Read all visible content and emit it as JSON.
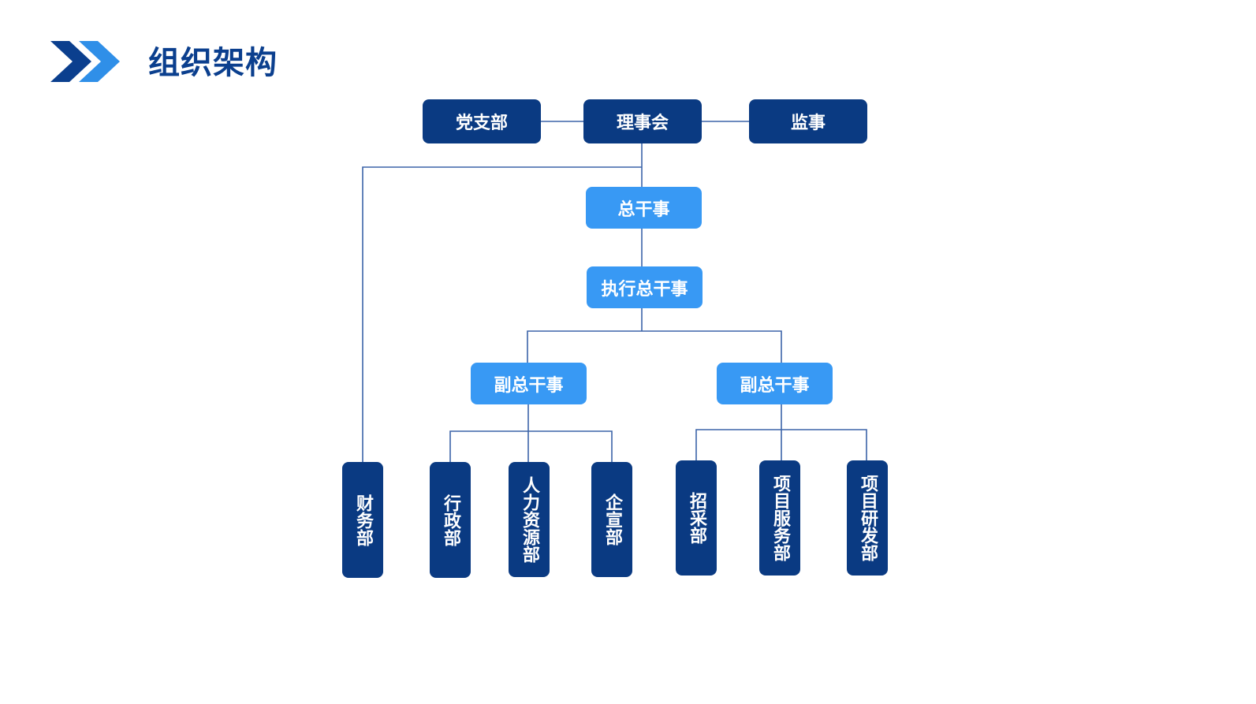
{
  "title": "组织架构",
  "colors": {
    "dark_blue": "#0a3a82",
    "light_blue": "#3899f4",
    "line": "#3c64a8",
    "title": "#0b3f8e"
  },
  "header": {
    "icon": "double-chevron-right-icon"
  },
  "top": {
    "party": "党支部",
    "council": "理事会",
    "supervisor": "监事"
  },
  "secretary_general": "总干事",
  "executive_secretary_general": "执行总干事",
  "deputy_left": "副总干事",
  "deputy_right": "副总干事",
  "departments": {
    "finance": "财务部",
    "admin": "行政部",
    "hr": "人力资源部",
    "brand": "企宣部",
    "procurement": "招采部",
    "project_service": "项目服务部",
    "project_rd": "项目研发部"
  }
}
